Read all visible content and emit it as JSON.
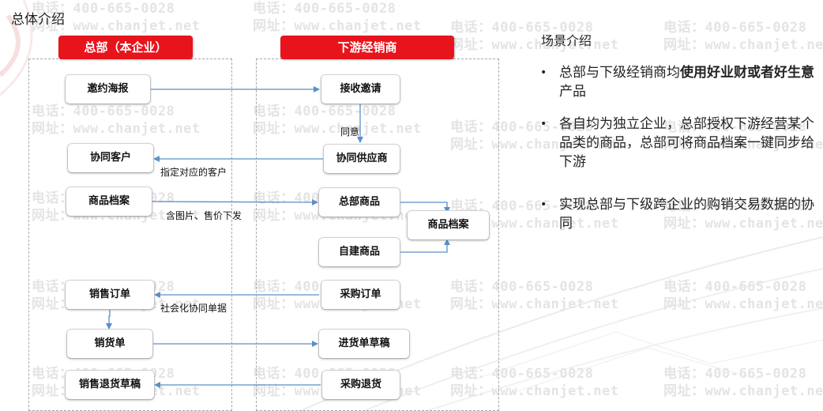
{
  "page": {
    "title": "总体介绍"
  },
  "watermark": {
    "phone": "电话：400-665-0028",
    "site": "网址：www.chanjet.net"
  },
  "diagram": {
    "headers": {
      "left": "总部（本企业）",
      "right": "下游经销商"
    },
    "nodes": {
      "invite_poster": "邀约海报",
      "receive_invite": "接收邀请",
      "co_customer": "协同客户",
      "co_supplier": "协同供应商",
      "goods_archive_left": "商品档案",
      "hq_goods": "总部商品",
      "goods_archive_right": "商品档案",
      "own_goods": "自建商品",
      "sales_order": "销售订单",
      "purchase_order": "采购订单",
      "delivery_note": "销货单",
      "receipt_draft": "进货单草稿",
      "sales_return_draft": "销售退货草稿",
      "purchase_return": "采购退货"
    },
    "edge_labels": {
      "agree": "同意",
      "assign_customer": "指定对应的客户",
      "with_images_prices": "含图片、售价下发",
      "social_collab_docs": "社会化协同单据"
    },
    "colors": {
      "header_red": "#e8141c",
      "arrow_blue": "#5b8fc7"
    }
  },
  "panel": {
    "title": "场景介绍",
    "bullets": [
      {
        "pre": "总部与下级经销商均",
        "bold": "使用好业财或者好生意",
        "post": "产品"
      },
      {
        "pre": "各自均为独立企业，总部授权下游经营某个品类的商品，总部可将商品档案一键同步给下游",
        "bold": "",
        "post": ""
      },
      {
        "pre": "实现总部与下级跨企业的购销交易数据的协同",
        "bold": "",
        "post": ""
      }
    ]
  }
}
